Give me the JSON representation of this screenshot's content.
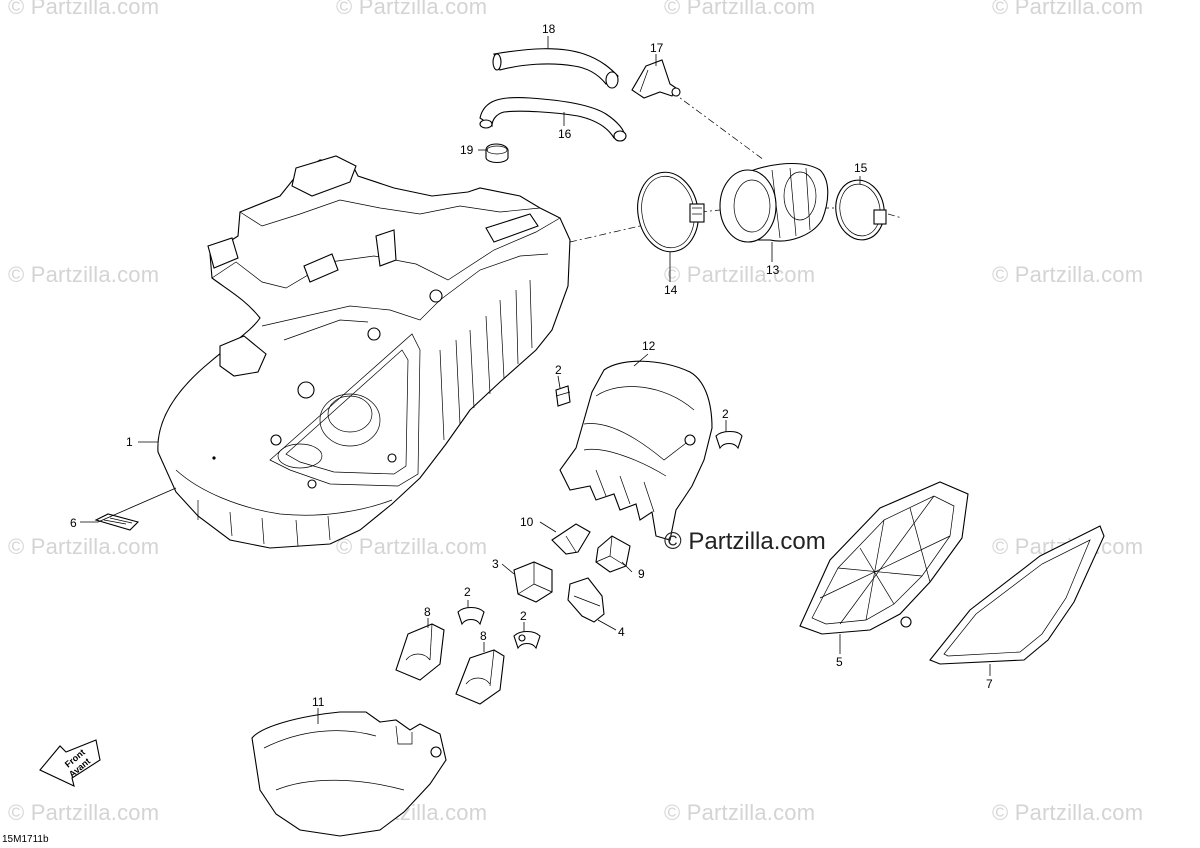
{
  "watermark": "© Partzilla.com",
  "watermark_main": "© Partzilla.com",
  "drawing_code": "15M1711b",
  "front_arrow": {
    "line1": "Front",
    "line2": "Avant"
  },
  "callouts": {
    "c1": "1",
    "c2a": "2",
    "c2b": "2",
    "c2c": "2",
    "c2d": "2",
    "c3": "3",
    "c4": "4",
    "c5": "5",
    "c6": "6",
    "c7": "7",
    "c8a": "8",
    "c8b": "8",
    "c9": "9",
    "c10": "10",
    "c11": "11",
    "c12": "12",
    "c13": "13",
    "c14": "14",
    "c15": "15",
    "c16": "16",
    "c17": "17",
    "c18": "18",
    "c19": "19"
  }
}
